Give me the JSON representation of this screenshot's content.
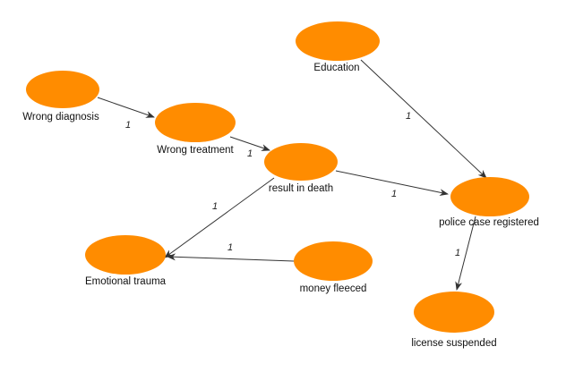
{
  "colors": {
    "node_fill": "#ff8c00",
    "edge_stroke": "#333333",
    "background": "#ffffff"
  },
  "nodes": [
    {
      "id": "wrong-diagnosis",
      "label": "Wrong diagnosis"
    },
    {
      "id": "wrong-treatment",
      "label": "Wrong treatment"
    },
    {
      "id": "result-in-death",
      "label": "result in death"
    },
    {
      "id": "education",
      "label": "Education"
    },
    {
      "id": "police-case-registered",
      "label": "police case  registered"
    },
    {
      "id": "emotional-trauma",
      "label": "Emotional trauma"
    },
    {
      "id": "money-fleeced",
      "label": "money fleeced"
    },
    {
      "id": "license-suspended",
      "label": "license suspended"
    }
  ],
  "edges": [
    {
      "from": "wrong-diagnosis",
      "to": "wrong-treatment",
      "weight": "1"
    },
    {
      "from": "wrong-treatment",
      "to": "result-in-death",
      "weight": "1"
    },
    {
      "from": "result-in-death",
      "to": "police-case-registered",
      "weight": "1"
    },
    {
      "from": "education",
      "to": "police-case-registered",
      "weight": "1"
    },
    {
      "from": "result-in-death",
      "to": "emotional-trauma",
      "weight": "1"
    },
    {
      "from": "money-fleeced",
      "to": "emotional-trauma",
      "weight": "1"
    },
    {
      "from": "police-case-registered",
      "to": "license-suspended",
      "weight": "1"
    }
  ]
}
